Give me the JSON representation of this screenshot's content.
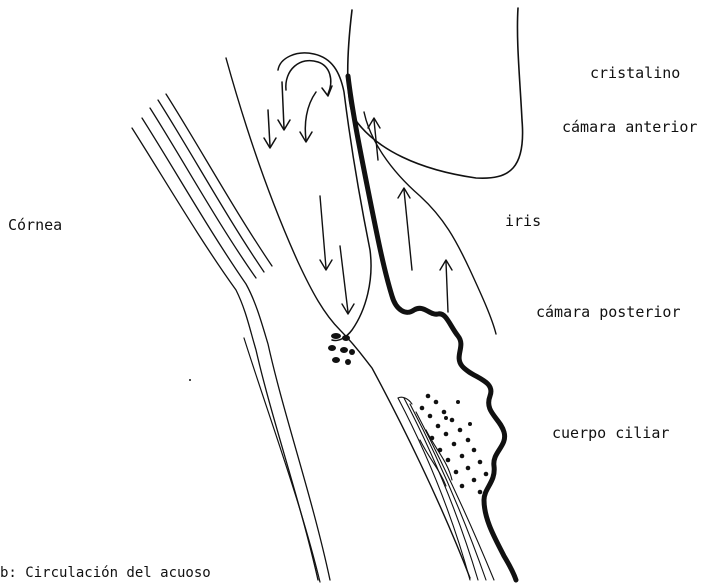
{
  "labels": {
    "lens": "cristalino",
    "anterior_chamber": "cámara anterior",
    "cornea": "Córnea",
    "iris": "iris",
    "posterior_chamber": "cámara posterior",
    "ciliary_body": "cuerpo ciliar",
    "caption": "b: Circulación del acuoso"
  }
}
